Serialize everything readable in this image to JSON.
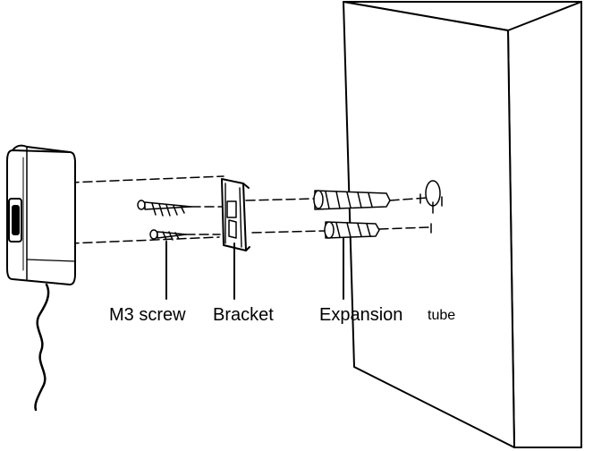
{
  "labels": {
    "m3_screw": "M3 screw",
    "bracket": "Bracket",
    "expansion": "Expansion",
    "tube": "tube"
  },
  "colors": {
    "line": "#000000",
    "background": "#ffffff"
  }
}
